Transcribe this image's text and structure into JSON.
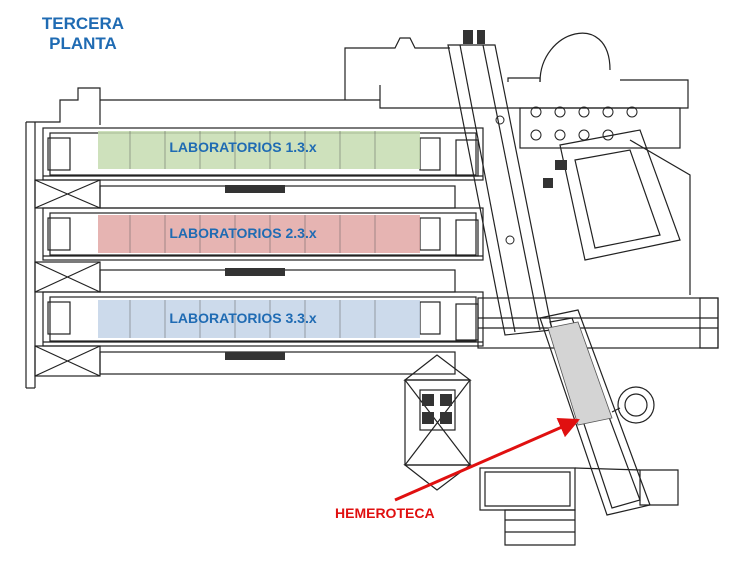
{
  "floor": {
    "title_line1": "TERCERA",
    "title_line2": "PLANTA"
  },
  "labs": [
    {
      "label": "LABORATORIOS 1.3.x",
      "fill": "#c6dcb0"
    },
    {
      "label": "LABORATORIOS 2.3.x",
      "fill": "#e2a7a4"
    },
    {
      "label": "LABORATORIOS 3.3.x",
      "fill": "#c3d4e8"
    }
  ],
  "hemeroteca": {
    "label": "HEMEROTECA"
  },
  "colors": {
    "title": "#1f6bb3",
    "lab_text": "#1f6bb3",
    "hemeroteca": "#e01010",
    "arrow": "#e01010",
    "walls": "#222222",
    "hemeroteca_fill": "#d4d4d4"
  }
}
